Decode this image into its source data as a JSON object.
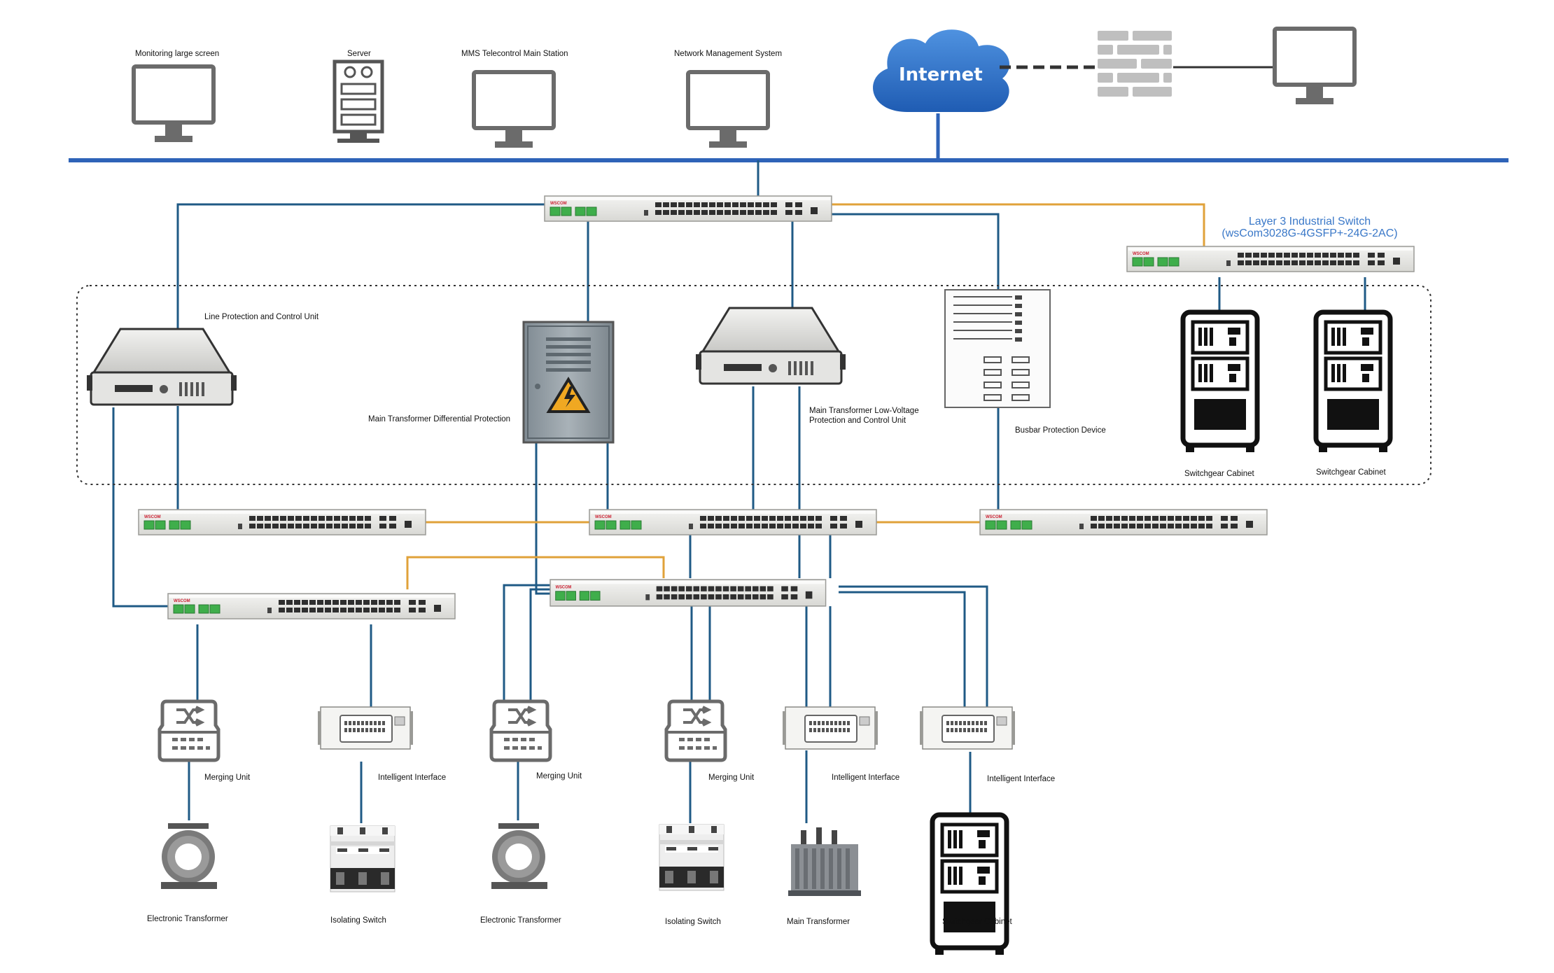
{
  "top_bar": {
    "monitoring_screen": "Monitoring large screen",
    "server": "Server",
    "mms_station": "MMS Telecontrol Main Station",
    "network_mgmt": "Network Management System",
    "internet": "Internet"
  },
  "core_switch": {
    "title": "Layer 3 Industrial Switch",
    "model": "(wsCom3028G-4GSFP+-24G-2AC)"
  },
  "bay_level": {
    "line_protection": "Line Protection and Control Unit",
    "transformer_diff": "Main Transformer Differential Protection",
    "transformer_lv": "Main Transformer Low-Voltage Protection and Control Unit",
    "busbar": "Busbar Protection Device",
    "switchgear_1": "Switchgear Cabinet",
    "switchgear_2": "Switchgear Cabinet"
  },
  "process_level": {
    "merging_unit_1": "Merging Unit",
    "intelligent_1": "Intelligent Interface",
    "merging_unit_2": "Merging Unit",
    "merging_unit_3": "Merging Unit",
    "intelligent_2": "Intelligent Interface",
    "intelligent_3": "Intelligent Interface"
  },
  "field_devices": {
    "electronic_transformer_1": "Electronic Transformer",
    "isolating_switch_1": "Isolating Switch",
    "electronic_transformer_2": "Electronic Transformer",
    "isolating_switch_2": "Isolating Switch",
    "main_transformer": "Main Transformer",
    "switchgear_cabinet": "Switchgear Cabinet"
  },
  "colors": {
    "backbone": "#2e63b8",
    "link": "#1f5a85",
    "uplink": "#e0a23a",
    "device_gray": "#6b6b6b",
    "cloud": "#2f6fc8"
  }
}
